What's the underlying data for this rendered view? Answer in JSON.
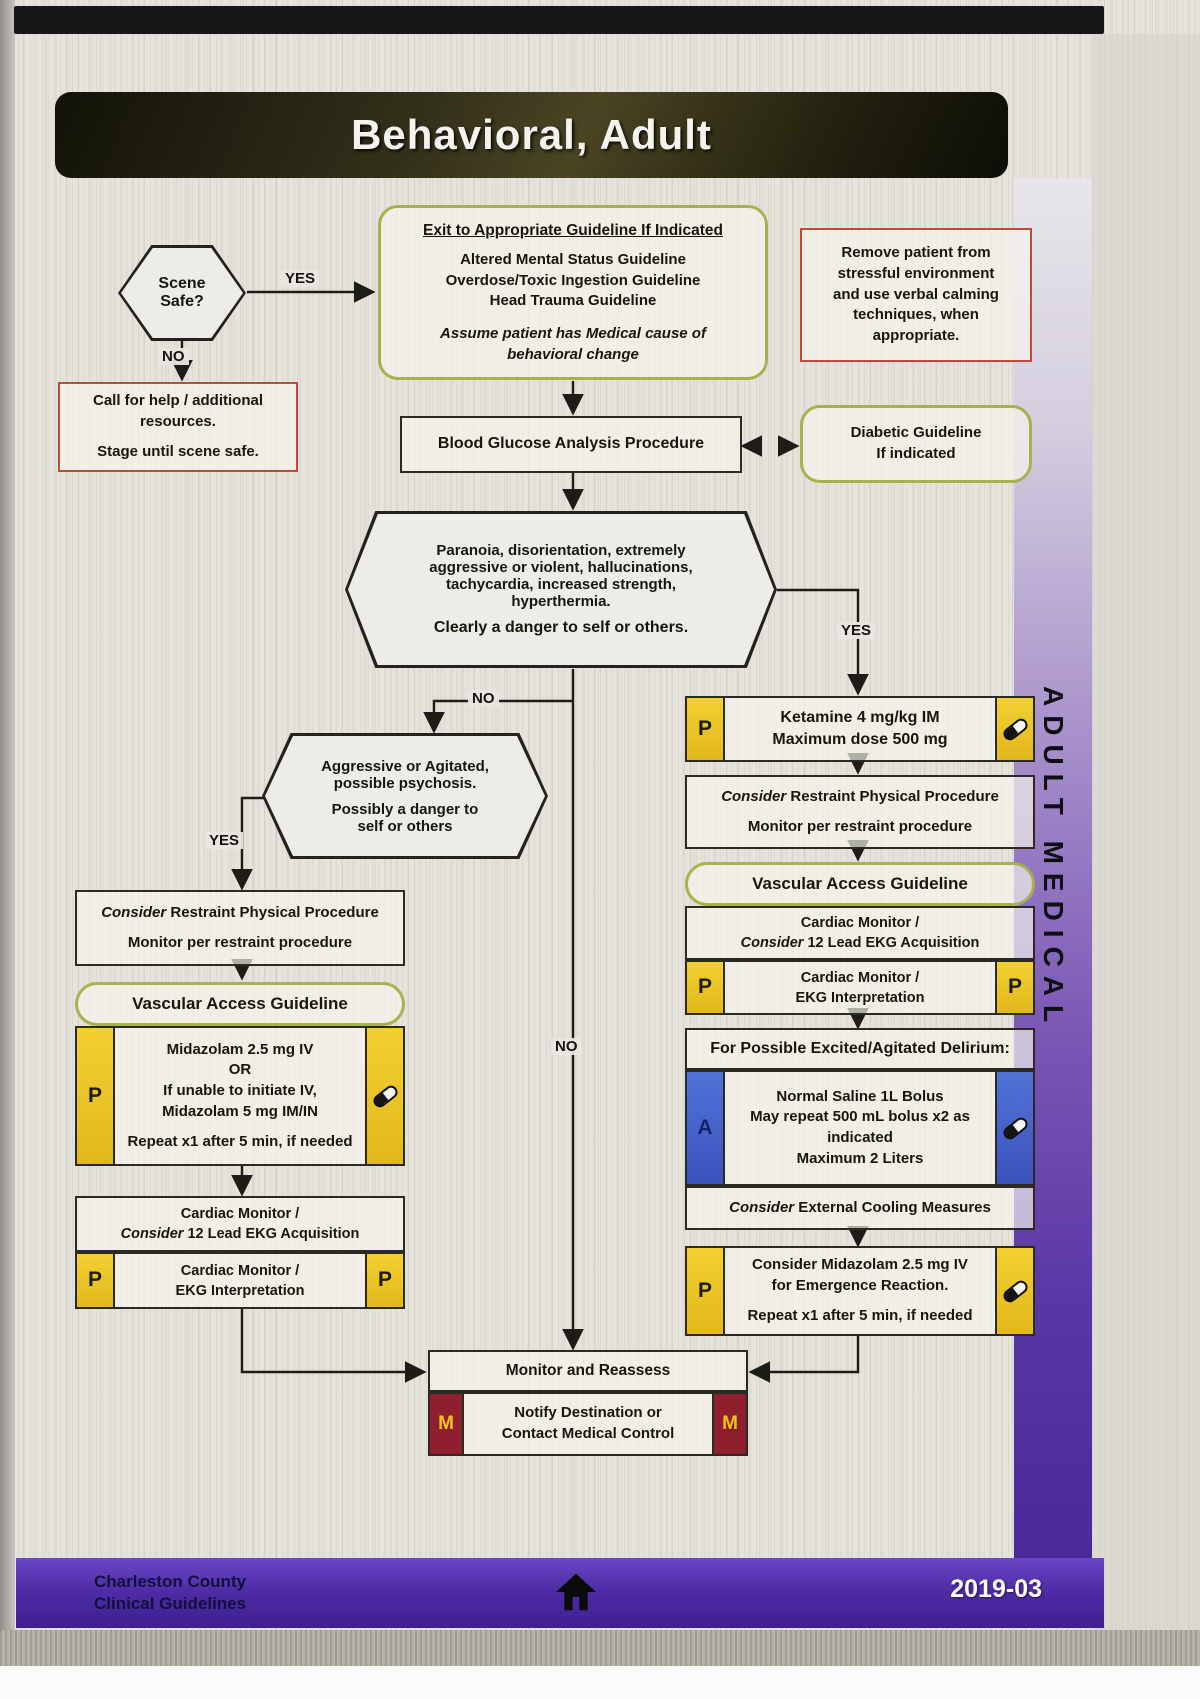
{
  "title": "Behavioral, Adult",
  "sidebar": {
    "label": "ADULT MEDICAL"
  },
  "badges": {
    "p": "P",
    "a": "A",
    "m": "M"
  },
  "edge_labels": {
    "scene_yes": "YES",
    "scene_no": "NO",
    "danger_yes": "YES",
    "danger_no": "NO",
    "agitated_yes": "YES",
    "agitated_no": "NO"
  },
  "colors": {
    "p_badge": "#eec72a",
    "a_badge": "#4565cd",
    "m_badge": "#8e1f2f",
    "footer_purple": "#4e2da6",
    "guideline_green": "#a3b44e",
    "warning_red": "#bf4b3a"
  },
  "nodes": {
    "scene": {
      "lines": [
        "Scene",
        "Safe?"
      ]
    },
    "call_for_help": {
      "lines": [
        "Call for help / additional",
        "resources.",
        "Stage until scene safe."
      ]
    },
    "exit": {
      "heading": "Exit to Appropriate Guideline If Indicated",
      "lines": [
        "Altered Mental Status Guideline",
        "Overdose/Toxic Ingestion Guideline",
        "Head Trauma Guideline"
      ],
      "note_line1": "Assume patient has Medical cause of",
      "note_line2": "behavioral change"
    },
    "remove_patient": {
      "lines": [
        "Remove patient from",
        "stressful environment",
        "and use verbal calming",
        "techniques, when",
        "appropriate."
      ]
    },
    "blood_glucose": {
      "text": "Blood Glucose Analysis Procedure"
    },
    "diabetic": {
      "lines": [
        "Diabetic Guideline",
        "If indicated"
      ]
    },
    "danger_hex": {
      "lines": [
        "Paranoia, disorientation, extremely",
        "aggressive or violent, hallucinations,",
        "tachycardia, increased strength,",
        "hyperthermia."
      ],
      "emphasis": "Clearly a danger to self or others."
    },
    "ketamine": {
      "lines": [
        "Ketamine 4 mg/kg IM",
        "Maximum dose 500 mg"
      ]
    },
    "restraint_right": {
      "line1_italic": "Consider",
      "line1_rest": " Restraint Physical Procedure",
      "line2": "Monitor per restraint procedure"
    },
    "vascular_right": {
      "text": "Vascular Access Guideline"
    },
    "cardiac_right": {
      "line1": "Cardiac Monitor /",
      "line2_italic": "Consider",
      "line2_rest": " 12 Lead EKG Acquisition"
    },
    "ekg_right": {
      "lines": [
        "Cardiac Monitor /",
        "EKG Interpretation"
      ]
    },
    "delirium_header": {
      "text": "For Possible Excited/Agitated Delirium:"
    },
    "saline": {
      "lines": [
        "Normal Saline 1L Bolus",
        "May repeat 500 mL bolus x2 as",
        "indicated",
        "Maximum 2 Liters"
      ]
    },
    "cooling": {
      "italic": "Consider",
      "rest": " External Cooling Measures"
    },
    "emergence": {
      "lines": [
        "Consider Midazolam 2.5 mg IV",
        "for Emergence Reaction.",
        "Repeat x1 after 5 min, if needed"
      ]
    },
    "agitated_hex": {
      "lines": [
        "Aggressive or Agitated,",
        "possible psychosis.",
        "Possibly a danger to",
        "self or others"
      ]
    },
    "restraint_left": {
      "line1_italic": "Consider",
      "line1_rest": " Restraint Physical Procedure",
      "line2": "Monitor per restraint procedure"
    },
    "vascular_left": {
      "text": "Vascular Access Guideline"
    },
    "midazolam": {
      "lines": [
        "Midazolam 2.5 mg IV",
        "OR",
        "If unable to initiate IV,",
        "Midazolam 5 mg IM/IN",
        "Repeat x1 after 5 min, if needed"
      ]
    },
    "cardiac_left": {
      "line1": "Cardiac Monitor /",
      "line2_italic": "Consider",
      "line2_rest": " 12 Lead EKG Acquisition"
    },
    "ekg_left": {
      "lines": [
        "Cardiac Monitor /",
        "EKG Interpretation"
      ]
    },
    "monitor": {
      "text": "Monitor and Reassess"
    },
    "notify": {
      "lines": [
        "Notify Destination or",
        "Contact Medical Control"
      ]
    }
  },
  "footer": {
    "org_line1": "Charleston County",
    "org_line2": "Clinical Guidelines",
    "code": "2019-03"
  }
}
